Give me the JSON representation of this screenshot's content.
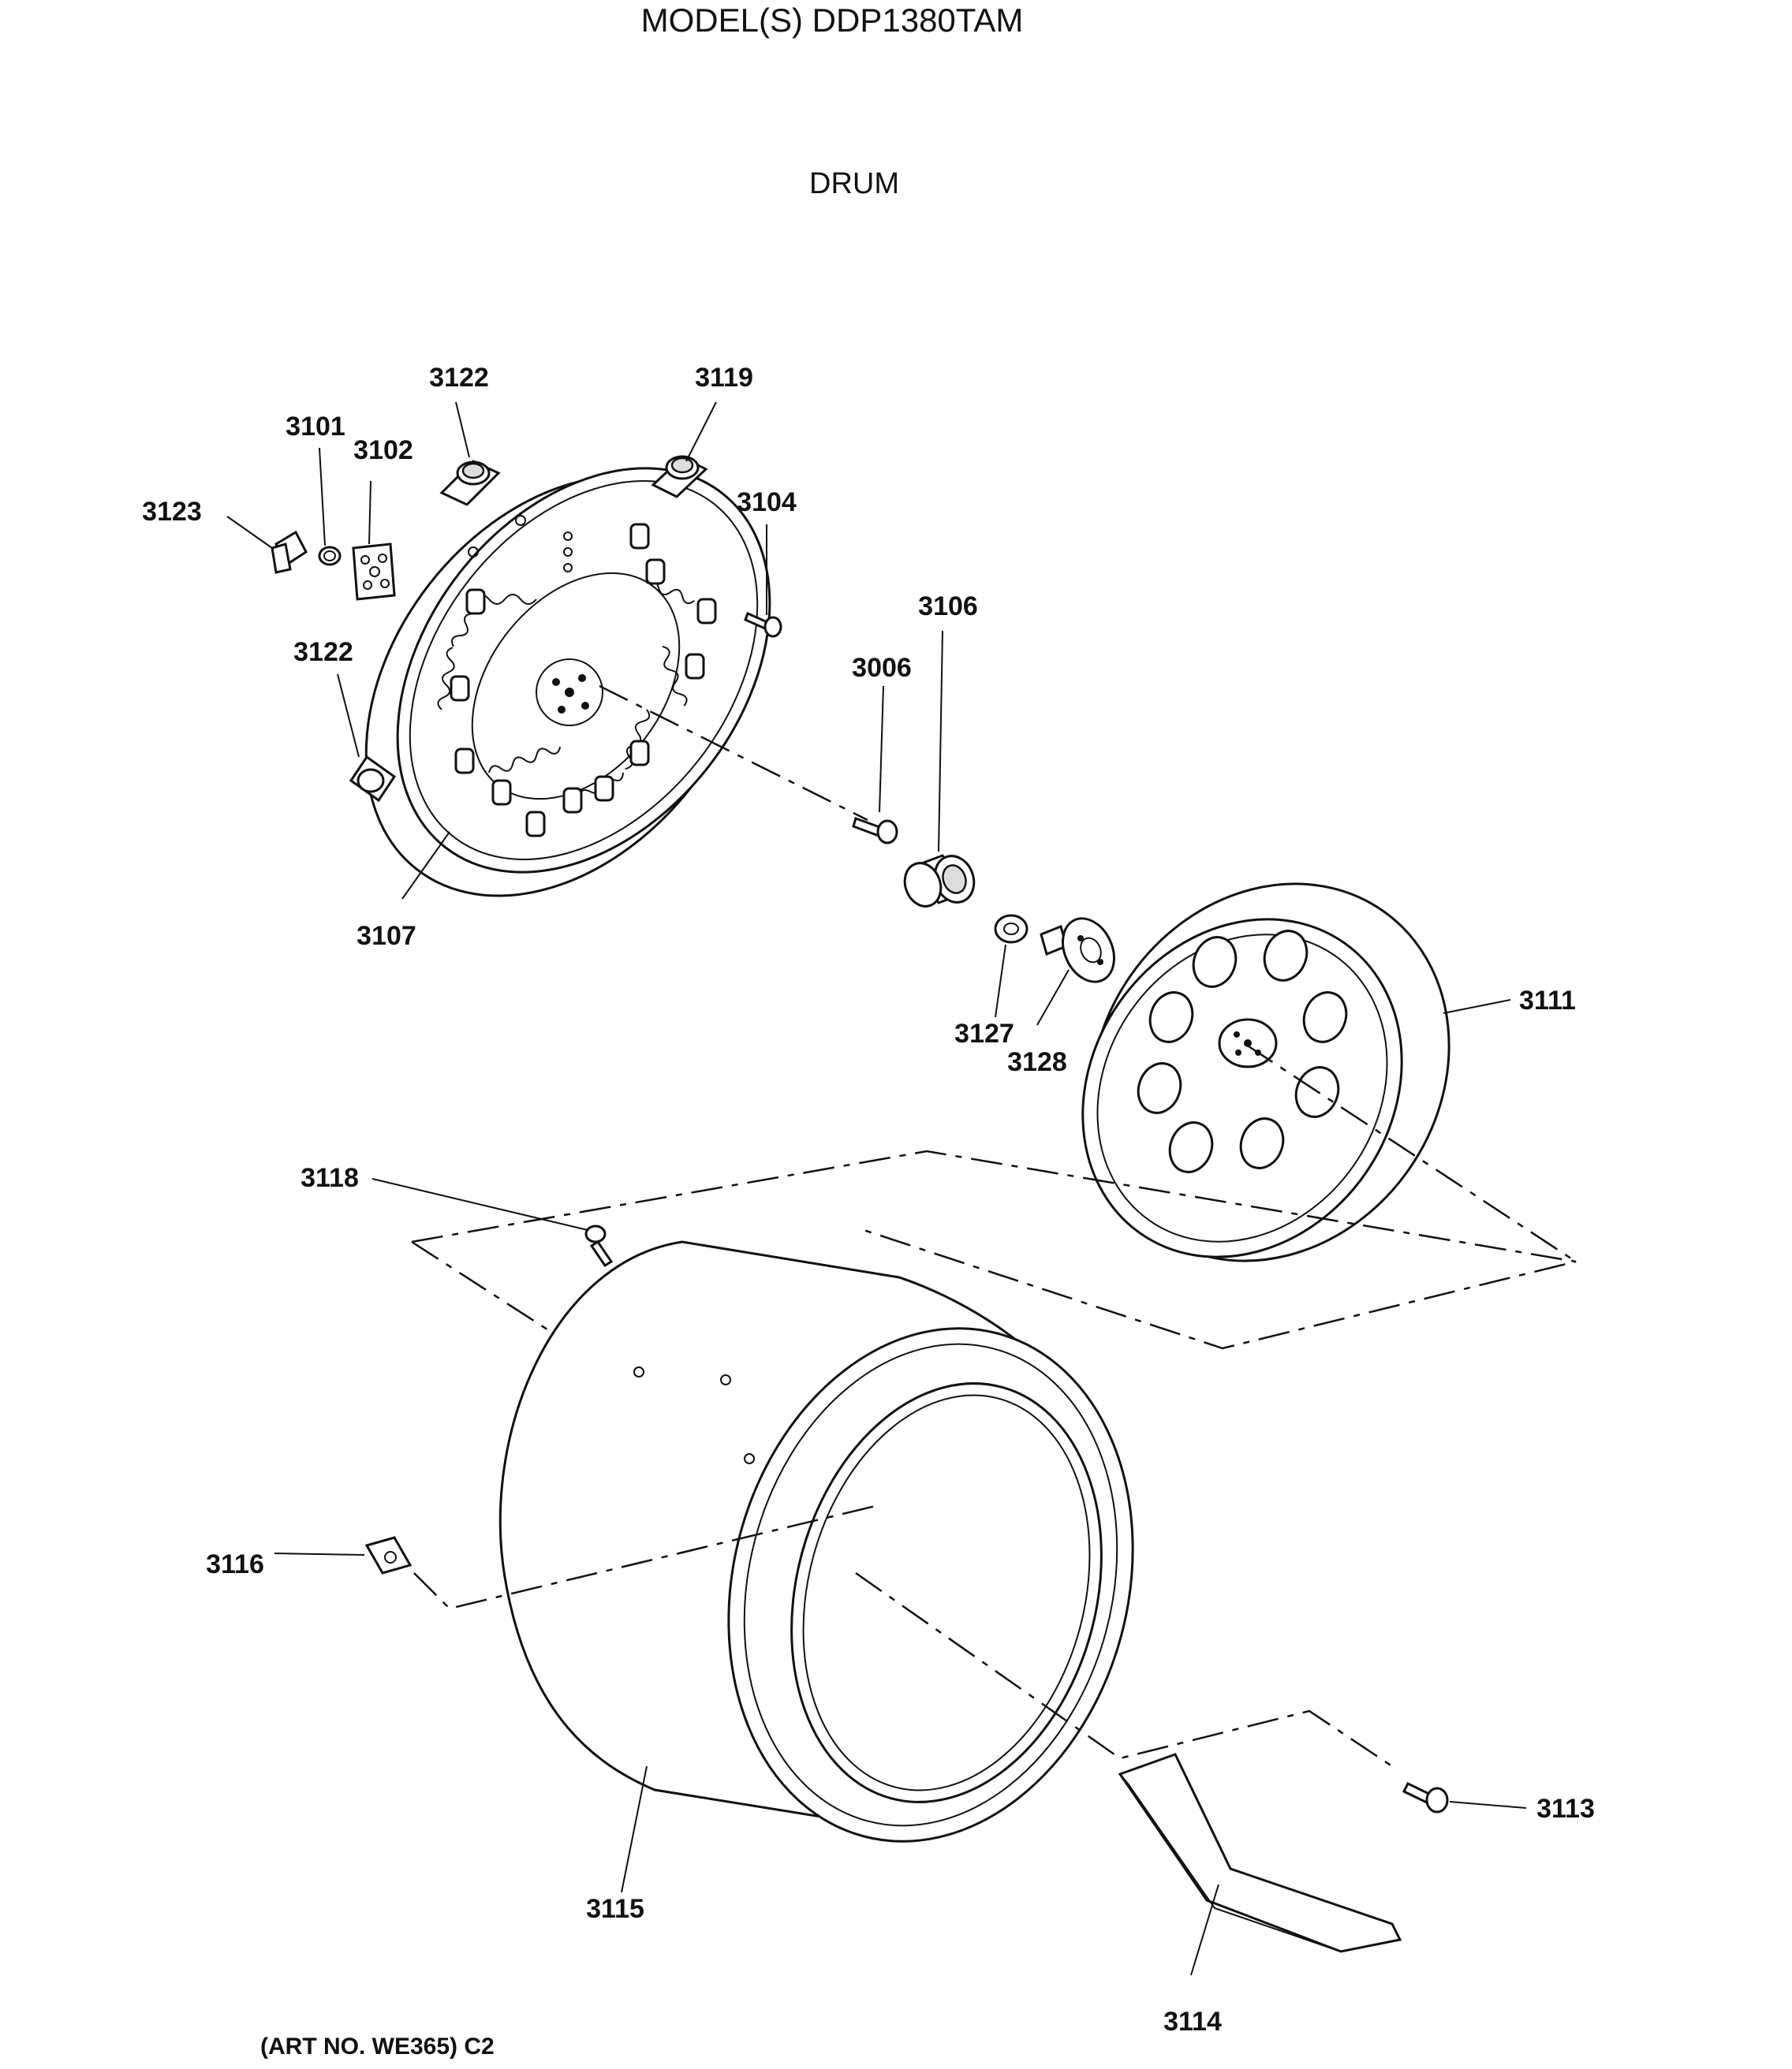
{
  "header": {
    "model": "MODEL(S) DDP1380TAM",
    "section": "DRUM"
  },
  "footer": {
    "art_no": "(ART NO. WE365) C2"
  },
  "parts": {
    "p3122a": "3122",
    "p3119": "3119",
    "p3101": "3101",
    "p3102": "3102",
    "p3123": "3123",
    "p3104": "3104",
    "p3106": "3106",
    "p3006": "3006",
    "p3122b": "3122",
    "p3107": "3107",
    "p3111": "3111",
    "p3127": "3127",
    "p3128": "3128",
    "p3118": "3118",
    "p3116": "3116",
    "p3115": "3115",
    "p3113": "3113",
    "p3114": "3114"
  }
}
